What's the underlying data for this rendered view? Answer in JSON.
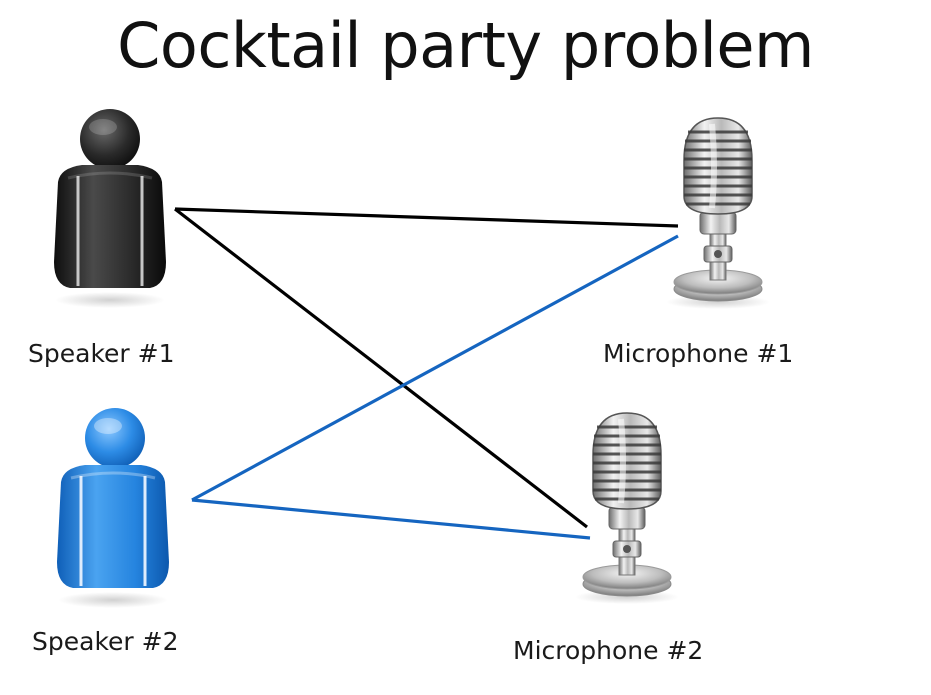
{
  "title": "Cocktail party problem",
  "colors": {
    "speaker_1": "#2b2b2b",
    "speaker_2": "#1e7ad6",
    "path_from_speaker_1": "#000000",
    "path_from_speaker_2": "#1565c0"
  },
  "nodes": {
    "speaker_1": {
      "label": "Speaker #1",
      "icon": "person-icon"
    },
    "speaker_2": {
      "label": "Speaker #2",
      "icon": "person-icon"
    },
    "microphone_1": {
      "label": "Microphone #1",
      "icon": "microphone-icon"
    },
    "microphone_2": {
      "label": "Microphone #2",
      "icon": "microphone-icon"
    }
  },
  "edges": [
    {
      "from": "Speaker #1",
      "to": "Microphone #1",
      "color": "#000000"
    },
    {
      "from": "Speaker #1",
      "to": "Microphone #2",
      "color": "#000000"
    },
    {
      "from": "Speaker #2",
      "to": "Microphone #1",
      "color": "#1565c0"
    },
    {
      "from": "Speaker #2",
      "to": "Microphone #2",
      "color": "#1565c0"
    }
  ]
}
